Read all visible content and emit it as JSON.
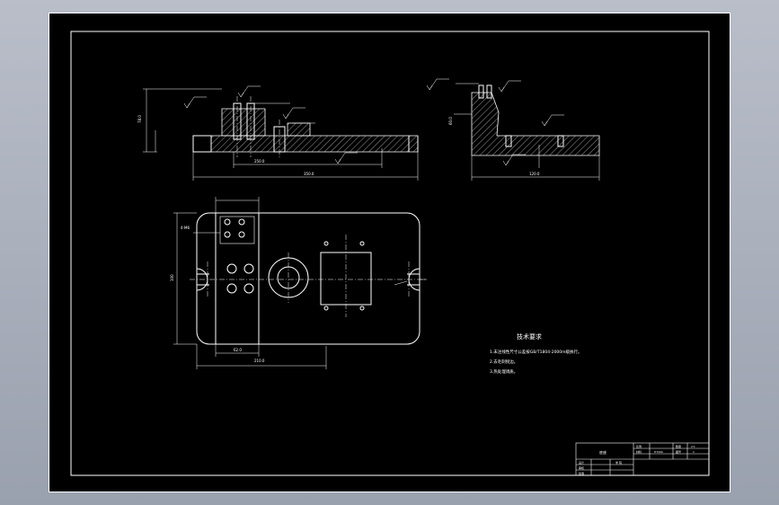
{
  "drawing": {
    "tech_req": {
      "title": "技术要求",
      "items": [
        "1.未注线性尺寸公差按GB/T1804-2000m级执行。",
        "2.去毛刺锐边。",
        "3.热处理调质。"
      ]
    },
    "title_block": {
      "part_name": "底座",
      "scale_label": "比例",
      "scale_value": "2:1",
      "count_label": "数量",
      "count_value": "1",
      "material_label": "材料",
      "material_value": "HT200",
      "sheet_label": "图号",
      "designer_label": "设计",
      "checker_label": "审核",
      "approver_label": "批准",
      "school": "学 院"
    }
  }
}
